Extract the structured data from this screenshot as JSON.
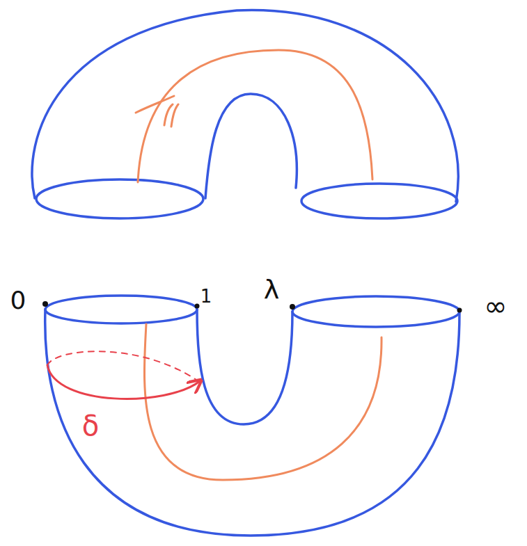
{
  "diagram": {
    "labels": [
      "0",
      "1",
      "λ",
      "∞",
      "δ"
    ]
  }
}
